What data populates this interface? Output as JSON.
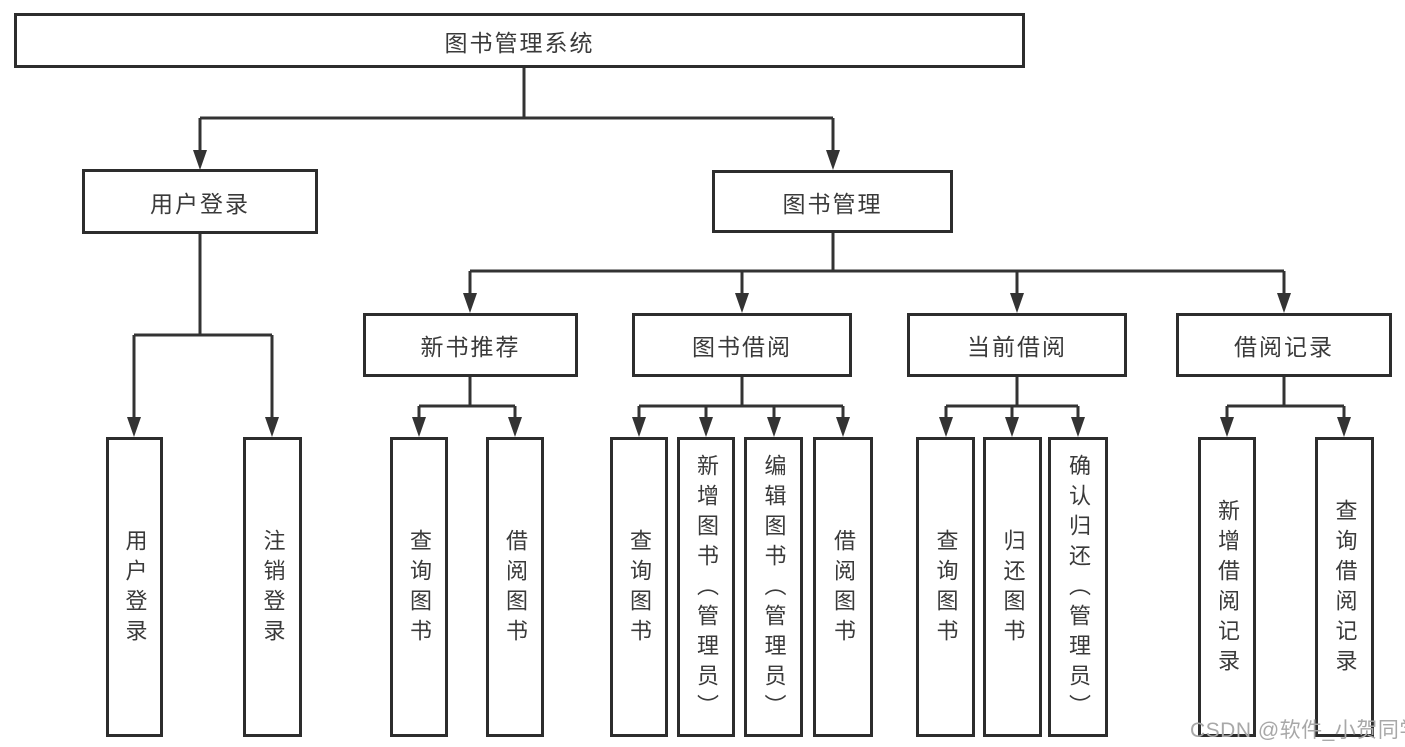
{
  "tree": {
    "root": {
      "label": "图书管理系统"
    },
    "branches": [
      {
        "label": "用户登录",
        "children": [
          {
            "label": "用户登录"
          },
          {
            "label": "注销登录"
          }
        ]
      },
      {
        "label": "图书管理",
        "children": [
          {
            "label": "新书推荐",
            "children": [
              {
                "label": "查询图书"
              },
              {
                "label": "借阅图书"
              }
            ]
          },
          {
            "label": "图书借阅",
            "children": [
              {
                "label": "查询图书"
              },
              {
                "label": "新增图书（管理员）"
              },
              {
                "label": "编辑图书（管理员）"
              },
              {
                "label": "借阅图书"
              }
            ]
          },
          {
            "label": "当前借阅",
            "children": [
              {
                "label": "查询图书"
              },
              {
                "label": "归还图书"
              },
              {
                "label": "确认归还（管理员）"
              }
            ]
          },
          {
            "label": "借阅记录",
            "children": [
              {
                "label": "新增借阅记录"
              },
              {
                "label": "查询借阅记录"
              }
            ]
          }
        ]
      }
    ]
  },
  "watermark": {
    "text": "CSDN @软件_小贺同学"
  },
  "colors": {
    "border": "#2d2d2d",
    "line": "#333333",
    "text": "#3a3a3a",
    "watermark": "#a8a8a8",
    "background": "#ffffff"
  }
}
